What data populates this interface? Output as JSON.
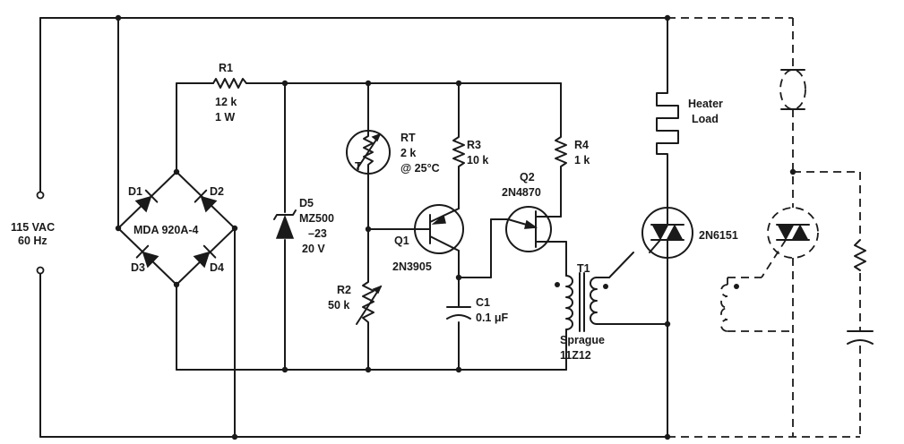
{
  "supply": {
    "voltage": "115 VAC",
    "frequency": "60 Hz"
  },
  "bridge": {
    "part": "MDA 920A-4",
    "diodes": [
      "D1",
      "D2",
      "D3",
      "D4"
    ]
  },
  "r1": {
    "ref": "R1",
    "value": "12 k",
    "power": "1 W"
  },
  "d5": {
    "ref": "D5",
    "part_line1": "MZ500",
    "part_line2": "–23",
    "voltage": "20 V"
  },
  "rt": {
    "ref": "RT",
    "symbol": "T",
    "value": "2 k",
    "condition": "@ 25°C"
  },
  "r2": {
    "ref": "R2",
    "value": "50 k"
  },
  "r3": {
    "ref": "R3",
    "value": "10 k"
  },
  "r4": {
    "ref": "R4",
    "value": "1 k"
  },
  "q1": {
    "ref": "Q1",
    "part": "2N3905"
  },
  "q2": {
    "ref": "Q2",
    "part": "2N4870"
  },
  "c1": {
    "ref": "C1",
    "value": "0.1 μF"
  },
  "t1": {
    "ref": "T1",
    "maker": "Sprague",
    "part": "11Z12"
  },
  "load": {
    "line1": "Heater",
    "line2": "Load"
  },
  "triac": {
    "part": "2N6151"
  }
}
